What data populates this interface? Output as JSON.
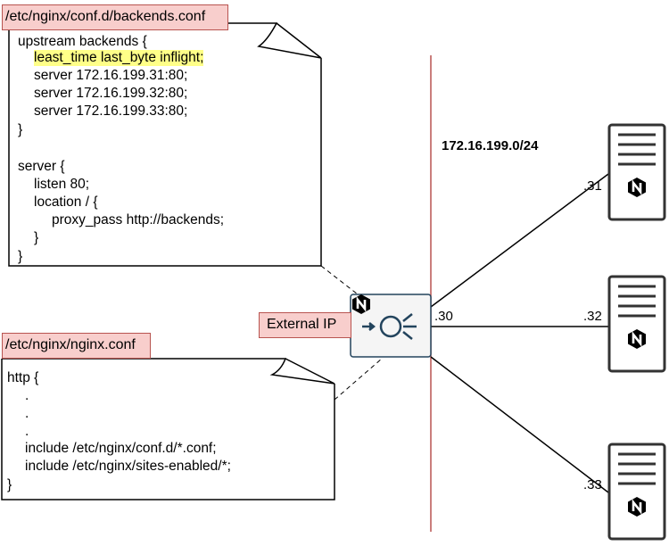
{
  "backends_note": {
    "filename": "/etc/nginx/conf.d/backends.conf",
    "lines": [
      "upstream backends {",
      "least_time last_byte inflight;",
      "server 172.16.199.31:80;",
      "server 172.16.199.32:80;",
      "server 172.16.199.33:80;",
      "}",
      "server {",
      "listen 80;",
      "location / {",
      "proxy_pass http://backends;",
      "}",
      "}"
    ]
  },
  "nginx_note": {
    "filename": "/etc/nginx/nginx.conf",
    "lines": [
      "http {",
      ".",
      ".",
      ".",
      "include /etc/nginx/conf.d/*.conf;",
      "include /etc/nginx/sites-enabled/*;",
      "}"
    ]
  },
  "load_balancer": {
    "label": "External IP",
    "ip_suffix": ".30",
    "icon": "nginx-load-balancer-icon"
  },
  "network": {
    "subnet": "172.16.199.0/24",
    "line_color": "#b85450"
  },
  "servers": [
    {
      "ip_suffix": ".31"
    },
    {
      "ip_suffix": ".32"
    },
    {
      "ip_suffix": ".33"
    }
  ],
  "colors": {
    "label_fill": "#f8cecc",
    "label_stroke": "#b85450",
    "highlight": "#ffff88",
    "lb_stroke": "#23445d"
  }
}
